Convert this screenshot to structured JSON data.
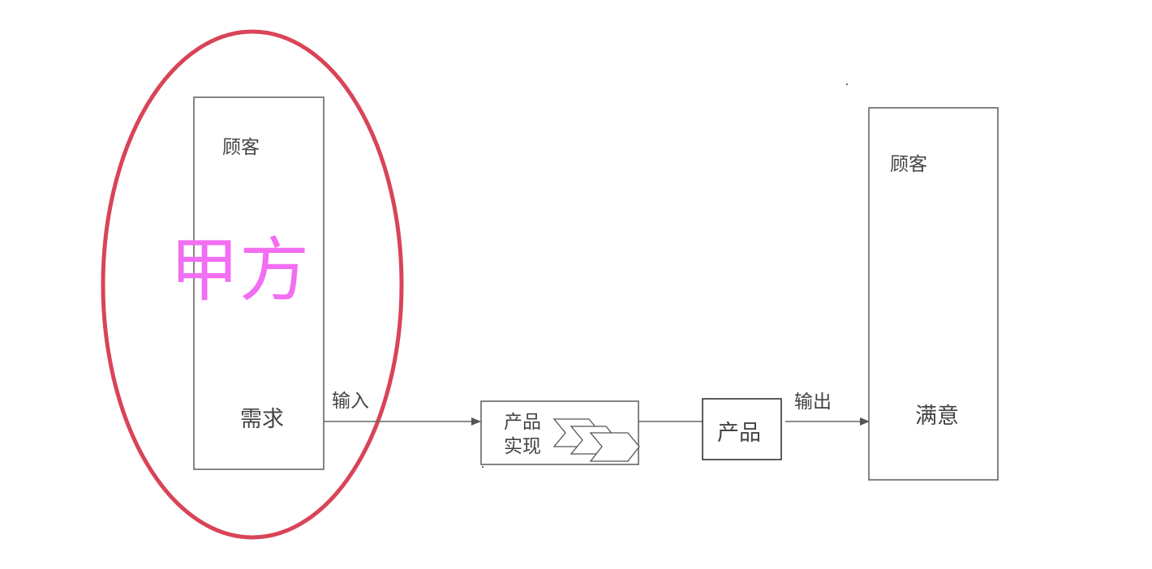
{
  "colors": {
    "ellipse_stroke": "#d94458",
    "highlight_text": "#f26ef2",
    "box_stroke": "#666666",
    "text": "#444444"
  },
  "nodes": {
    "customer_left": {
      "title": "顾客",
      "need": "需求"
    },
    "party_a": "甲方",
    "process": {
      "line1": "产品",
      "line2": "实现",
      "icon": "chevron-process-icon"
    },
    "product": "产品",
    "customer_right": {
      "title": "顾客",
      "satisfaction": "满意"
    }
  },
  "edges": {
    "input_label": "输入",
    "output_label": "输出"
  }
}
